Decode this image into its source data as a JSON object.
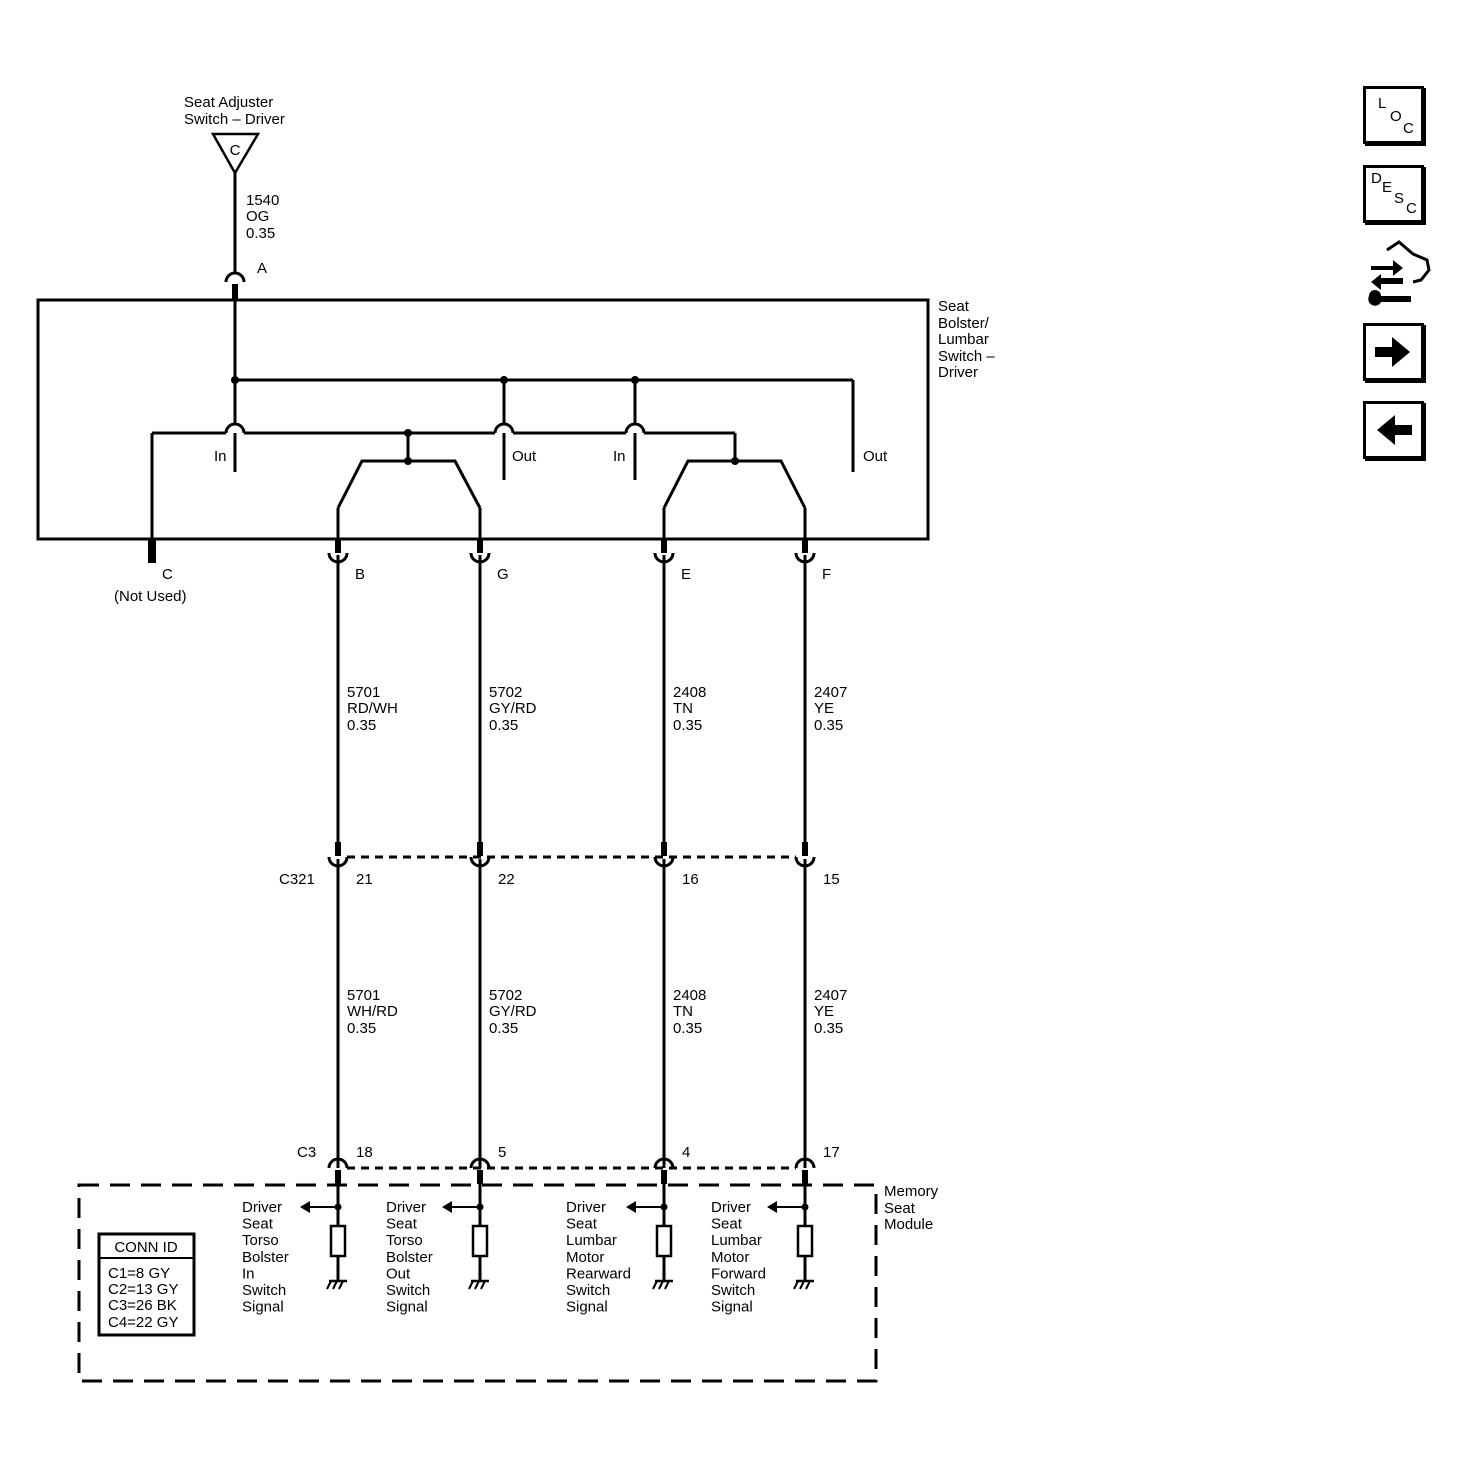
{
  "title": {
    "upstream_component": [
      "Seat Adjuster",
      "Switch – Driver"
    ],
    "upstream_connector": "C",
    "switch_component": [
      "Seat",
      "Bolster/",
      "Lumbar",
      "Switch –",
      "Driver"
    ],
    "module_component": [
      "Memory",
      "Seat",
      "Module"
    ]
  },
  "feed_wire": {
    "circuit": "1540",
    "color": "OG",
    "gauge": "0.35",
    "pin": "A"
  },
  "switch_contacts": {
    "in_1": "In",
    "out_1": "Out",
    "in_2": "In",
    "out_2": "Out"
  },
  "switch_pins": [
    {
      "pin": "C",
      "note": "(Not Used)"
    },
    {
      "pin": "B"
    },
    {
      "pin": "G"
    },
    {
      "pin": "E"
    },
    {
      "pin": "F"
    }
  ],
  "upper_wires": [
    {
      "circuit": "5701",
      "color": "RD/WH",
      "gauge": "0.35"
    },
    {
      "circuit": "5702",
      "color": "GY/RD",
      "gauge": "0.35"
    },
    {
      "circuit": "2408",
      "color": "TN",
      "gauge": "0.35"
    },
    {
      "circuit": "2407",
      "color": "YE",
      "gauge": "0.35"
    }
  ],
  "inline_connector": {
    "name": "C321",
    "pins": [
      "21",
      "22",
      "16",
      "15"
    ]
  },
  "lower_wires": [
    {
      "circuit": "5701",
      "color": "WH/RD",
      "gauge": "0.35"
    },
    {
      "circuit": "5702",
      "color": "GY/RD",
      "gauge": "0.35"
    },
    {
      "circuit": "2408",
      "color": "TN",
      "gauge": "0.35"
    },
    {
      "circuit": "2407",
      "color": "YE",
      "gauge": "0.35"
    }
  ],
  "module_connector": {
    "name": "C3",
    "pins": [
      "18",
      "5",
      "4",
      "17"
    ]
  },
  "signals": [
    [
      "Driver",
      "Seat",
      "Torso",
      "Bolster",
      "In",
      "Switch",
      "Signal"
    ],
    [
      "Driver",
      "Seat",
      "Torso",
      "Bolster",
      "Out",
      "Switch",
      "Signal"
    ],
    [
      "Driver",
      "Seat",
      "Lumbar",
      "Motor",
      "Rearward",
      "Switch",
      "Signal"
    ],
    [
      "Driver",
      "Seat",
      "Lumbar",
      "Motor",
      "Forward",
      "Switch",
      "Signal"
    ]
  ],
  "conn_id": {
    "header": "CONN ID",
    "rows": [
      "C1=8 GY",
      "C2=13 GY",
      "C3=26 BK",
      "C4=22 GY"
    ]
  },
  "nav": {
    "loc": [
      "L",
      "O",
      "C"
    ],
    "desc": [
      "D",
      "E",
      "S",
      "C"
    ],
    "icons": [
      "swap-arrows-wrench-icon",
      "right-arrow-icon",
      "left-arrow-icon"
    ]
  }
}
